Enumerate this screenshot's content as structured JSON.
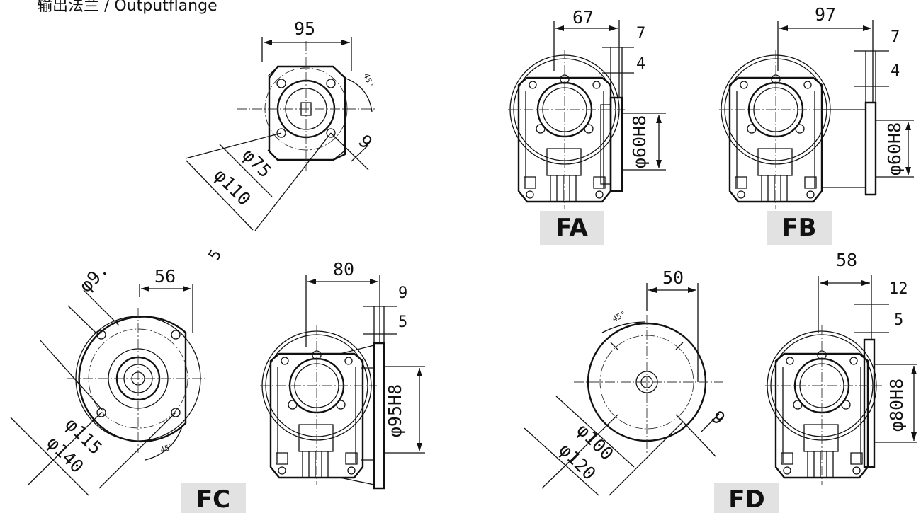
{
  "heading": "输出法兰 / Outputflange",
  "flanges": {
    "fa": {
      "label": "FA",
      "side_width": "67",
      "thick": "7",
      "step": "4",
      "pilot": "φ60H8"
    },
    "fb": {
      "label": "FB",
      "side_width": "97",
      "thick": "7",
      "step": "4",
      "pilot": "φ60H8"
    },
    "fc": {
      "label": "FC",
      "side_width": "80",
      "thick": "9",
      "step": "5",
      "pilot": "φ95H8"
    },
    "fd": {
      "label": "FD",
      "side_width": "58",
      "thick": "12",
      "step": "5",
      "pilot": "φ80H8"
    }
  },
  "fa_front": {
    "offset": "95",
    "angle": "45°",
    "bolt_circle": "φ75",
    "outer": "φ110",
    "hole": "9"
  },
  "fc_front": {
    "offset": "56",
    "hole": "φ9.",
    "bolt_circle": "φ115",
    "outer": "φ140",
    "angle": "45°"
  },
  "fd_front": {
    "offset": "50",
    "angle": "45°",
    "bolt_circle": "φ100",
    "outer": "φ120",
    "hole": "9"
  },
  "stray_mark": "5"
}
